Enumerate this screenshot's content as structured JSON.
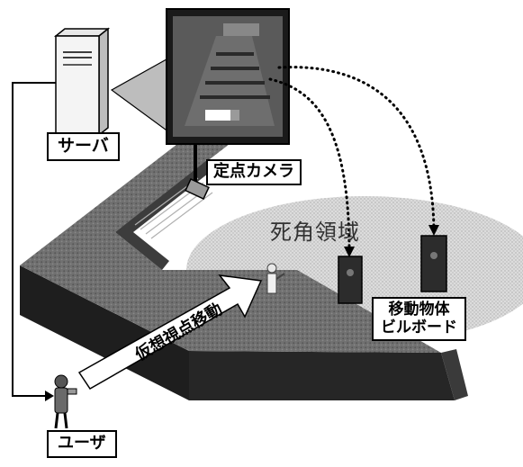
{
  "labels": {
    "server": "サーバ",
    "fixed_camera": "定点カメラ",
    "blind_area": "死角領域",
    "moving_object_billboard_line1": "移動物体",
    "moving_object_billboard_line2": "ビルボード",
    "virtual_viewpoint_move": "仮想視点移動",
    "user": "ユーザ"
  },
  "colors": {
    "road_top": "#6b6b6b",
    "road_side": "#1e1e1e",
    "blind_area": "#cfcfcf",
    "arrow_fill": "#ffffff",
    "line": "#000000"
  }
}
